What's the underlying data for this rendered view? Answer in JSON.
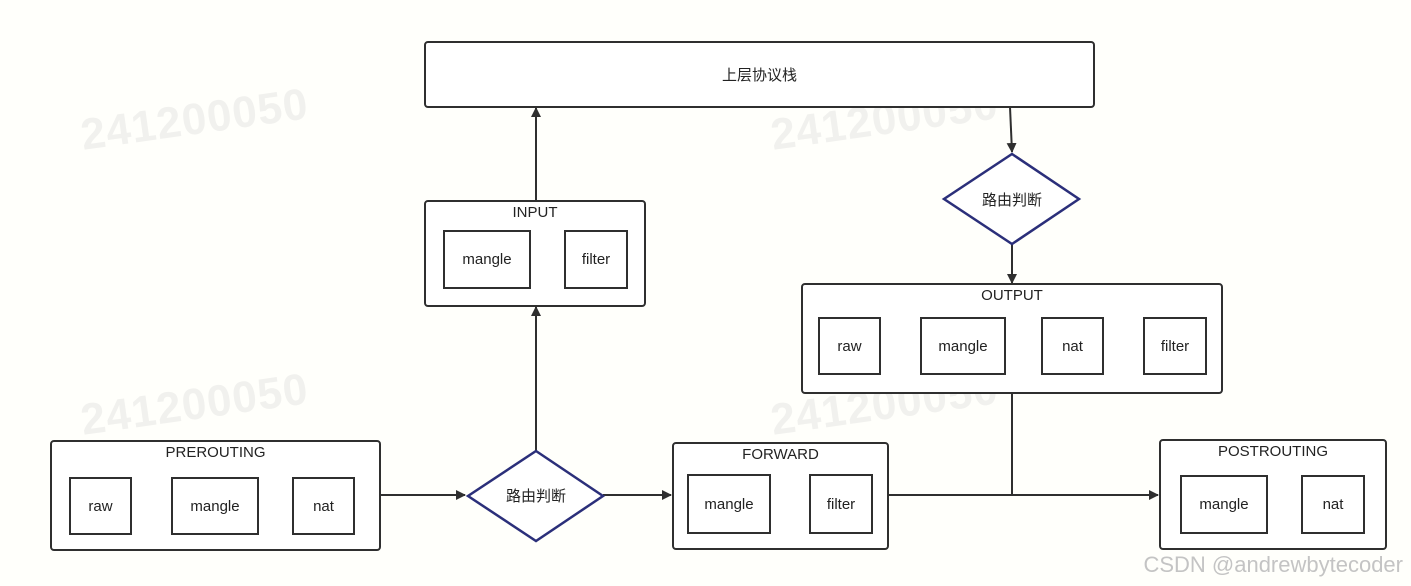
{
  "watermark": "241200050",
  "credit": "CSDN @andrewbytecoder",
  "stack": {
    "label": "上层协议栈"
  },
  "routing_label": "路由判断",
  "chains": {
    "prerouting": {
      "title": "PREROUTING",
      "tables": [
        "raw",
        "mangle",
        "nat"
      ]
    },
    "input": {
      "title": "INPUT",
      "tables": [
        "mangle",
        "filter"
      ]
    },
    "forward": {
      "title": "FORWARD",
      "tables": [
        "mangle",
        "filter"
      ]
    },
    "output": {
      "title": "OUTPUT",
      "tables": [
        "raw",
        "mangle",
        "nat",
        "filter"
      ]
    },
    "postrouting": {
      "title": "POSTROUTING",
      "tables": [
        "mangle",
        "nat"
      ]
    }
  },
  "colors": {
    "line": "#2f2f2f",
    "diamond": "#2b2f7a",
    "border": "#2f2f2f"
  }
}
